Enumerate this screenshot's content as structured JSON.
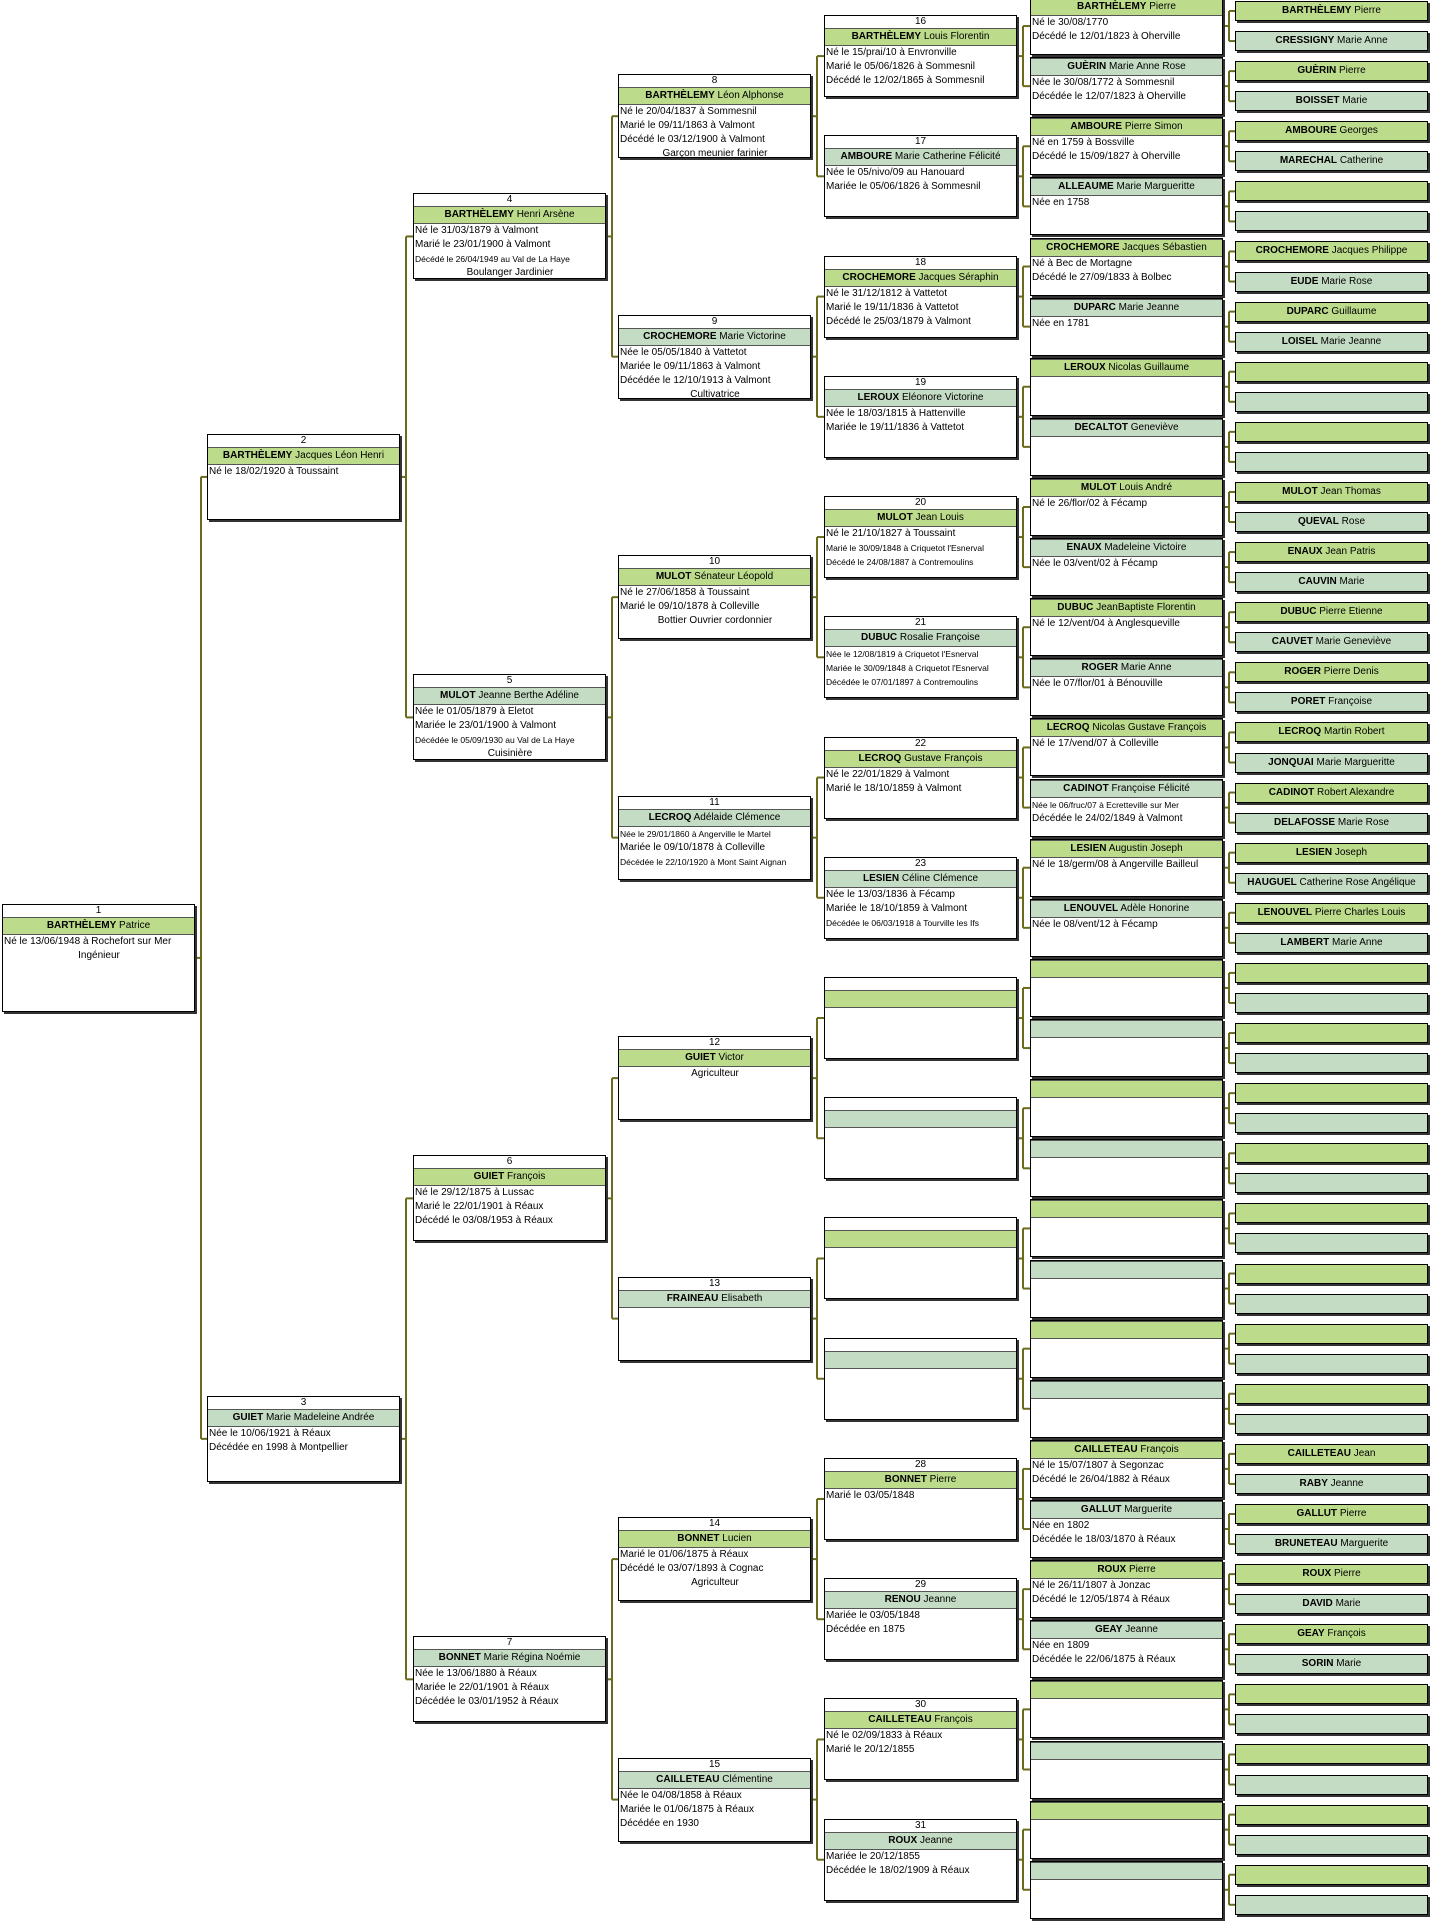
{
  "colors": {
    "male_header": "#bcdc8c",
    "female_header": "#c5dcc4",
    "connector": "#6b6b1e"
  },
  "persons": [
    {
      "id": 1,
      "num": "1",
      "gender": "m",
      "surname": "BARTHÈLEMY",
      "given": "Patrice",
      "lines": [
        "Né le 13/06/1948 à Rochefort sur Mer",
        "",
        "",
        "Ingénieur"
      ]
    },
    {
      "id": 2,
      "num": "2",
      "gender": "m",
      "surname": "BARTHÈLEMY",
      "given": "Jacques Léon Henri",
      "lines": [
        "Né le 18/02/1920 à Toussaint"
      ]
    },
    {
      "id": 3,
      "num": "3",
      "gender": "f",
      "surname": "GUIET",
      "given": "Marie Madeleine Andrée",
      "lines": [
        "Née le 10/06/1921 à Réaux",
        "",
        "Décédée en 1998 à Montpellier"
      ]
    },
    {
      "id": 4,
      "num": "4",
      "gender": "m",
      "surname": "BARTHÈLEMY",
      "given": "Henri Arsène",
      "lines": [
        "Né le 31/03/1879 à Valmont",
        "Marié le 23/01/1900 à Valmont",
        "Décédé le 26/04/1949 au Val de La Haye",
        "Boulanger Jardinier"
      ],
      "small": [
        2
      ]
    },
    {
      "id": 5,
      "num": "5",
      "gender": "f",
      "surname": "MULOT",
      "given": "Jeanne Berthe Adéline",
      "lines": [
        "Née le 01/05/1879 à Eletot",
        "Mariée le 23/01/1900 à Valmont",
        "Décédée le 05/09/1930 au Val de La Haye",
        "Cuisinière"
      ],
      "small": [
        2
      ]
    },
    {
      "id": 6,
      "num": "6",
      "gender": "m",
      "surname": "GUIET",
      "given": "François",
      "lines": [
        "Né le 29/12/1875 à Lussac",
        "Marié le 22/01/1901 à Réaux",
        "Décédé le 03/08/1953 à Réaux"
      ]
    },
    {
      "id": 7,
      "num": "7",
      "gender": "f",
      "surname": "BONNET",
      "given": "Marie Régina Noémie",
      "lines": [
        "Née le 13/06/1880 à Réaux",
        "Mariée le 22/01/1901 à Réaux",
        "Décédée le 03/01/1952 à Réaux"
      ]
    },
    {
      "id": 8,
      "num": "8",
      "gender": "m",
      "surname": "BARTHÈLEMY",
      "given": "Léon Alphonse",
      "lines": [
        "Né le 20/04/1837 à Sommesnil",
        "Marié le 09/11/1863 à Valmont",
        "Décédé le 03/12/1900 à Valmont",
        "Garçon meunier farinier"
      ]
    },
    {
      "id": 9,
      "num": "9",
      "gender": "f",
      "surname": "CROCHEMORE",
      "given": "Marie Victorine",
      "lines": [
        "Née le 05/05/1840 à Vattetot",
        "Mariée le 09/11/1863 à Valmont",
        "Décédée le 12/10/1913 à Valmont",
        "Cultivatrice"
      ]
    },
    {
      "id": 10,
      "num": "10",
      "gender": "m",
      "surname": "MULOT",
      "given": "Sénateur Léopold",
      "lines": [
        "Né le 27/06/1858 à Toussaint",
        "Marié le 09/10/1878 à Colleville",
        "",
        "Bottier Ouvrier cordonnier"
      ]
    },
    {
      "id": 11,
      "num": "11",
      "gender": "f",
      "surname": "LECROQ",
      "given": "Adélaide Clémence",
      "lines": [
        "Née le 29/01/1860 à Angerville le Martel",
        "Mariée le 09/10/1878 à Colleville",
        "Décédée le 22/10/1920 à Mont Saint Aignan"
      ],
      "small": [
        0,
        2
      ]
    },
    {
      "id": 12,
      "num": "12",
      "gender": "m",
      "surname": "GUIET",
      "given": "Victor",
      "lines": [
        "",
        "",
        "",
        "Agriculteur"
      ]
    },
    {
      "id": 13,
      "num": "13",
      "gender": "f",
      "surname": "FRAINEAU",
      "given": "Elisabeth",
      "lines": []
    },
    {
      "id": 14,
      "num": "14",
      "gender": "m",
      "surname": "BONNET",
      "given": "Lucien",
      "lines": [
        "",
        "Marié le 01/06/1875 à Réaux",
        "Décédé le 03/07/1893 à Cognac",
        "Agriculteur"
      ]
    },
    {
      "id": 15,
      "num": "15",
      "gender": "f",
      "surname": "CAILLETEAU",
      "given": "Clémentine",
      "lines": [
        "Née le 04/08/1858 à Réaux",
        "Mariée le 01/06/1875 à Réaux",
        "Décédée en 1930"
      ]
    },
    {
      "id": 16,
      "num": "16",
      "gender": "m",
      "surname": "BARTHÈLEMY",
      "given": "Louis Florentin",
      "lines": [
        "Né le 15/prai/10 à Envronville",
        "Marié le 05/06/1826 à Sommesnil",
        "Décédé le 12/02/1865 à Sommesnil"
      ]
    },
    {
      "id": 17,
      "num": "17",
      "gender": "f",
      "surname": "AMBOURE",
      "given": "Marie Catherine Félicité",
      "lines": [
        "Née le 05/nivo/09 au Hanouard",
        "Mariée le 05/06/1826 à Sommesnil"
      ]
    },
    {
      "id": 18,
      "num": "18",
      "gender": "m",
      "surname": "CROCHEMORE",
      "given": "Jacques Séraphin",
      "lines": [
        "Né le 31/12/1812 à Vattetot",
        "Marié le 19/11/1836 à Vattetot",
        "Décédé le 25/03/1879 à Valmont"
      ]
    },
    {
      "id": 19,
      "num": "19",
      "gender": "f",
      "surname": "LEROUX",
      "given": "Eléonore Victorine",
      "lines": [
        "Née le 18/03/1815 à Hattenville",
        "Mariée le 19/11/1836 à Vattetot"
      ]
    },
    {
      "id": 20,
      "num": "20",
      "gender": "m",
      "surname": "MULOT",
      "given": "Jean Louis",
      "lines": [
        "Né le 21/10/1827 à Toussaint",
        "Marié le 30/09/1848 à Criquetot l'Esnerval",
        "Décédé le 24/08/1887 à Contremoulins"
      ],
      "small": [
        1,
        2
      ]
    },
    {
      "id": 21,
      "num": "21",
      "gender": "f",
      "surname": "DUBUC",
      "given": "Rosalie Françoise",
      "lines": [
        "Née le 12/08/1819 à Criquetot l'Esnerval",
        "Mariée le 30/09/1848 à Criquetot l'Esnerval",
        "Décédée le 07/01/1897 à Contremoulins"
      ],
      "small": [
        0,
        1,
        2
      ]
    },
    {
      "id": 22,
      "num": "22",
      "gender": "m",
      "surname": "LECROQ",
      "given": "Gustave François",
      "lines": [
        "Né le 22/01/1829 à Valmont",
        "Marié le 18/10/1859 à Valmont"
      ]
    },
    {
      "id": 23,
      "num": "23",
      "gender": "f",
      "surname": "LESIEN",
      "given": "Céline Clémence",
      "lines": [
        "Née le 13/03/1836 à Fécamp",
        "Mariée le 18/10/1859 à Valmont",
        "Décédée le 06/03/1918 à Tourville les Ifs"
      ],
      "small": [
        2
      ]
    },
    {
      "id": 28,
      "num": "28",
      "gender": "m",
      "surname": "BONNET",
      "given": "Pierre",
      "lines": [
        "",
        "Marié le 03/05/1848"
      ]
    },
    {
      "id": 29,
      "num": "29",
      "gender": "f",
      "surname": "RENOU",
      "given": "Jeanne",
      "lines": [
        "",
        "Mariée le 03/05/1848",
        "Décédée en 1875"
      ]
    },
    {
      "id": 30,
      "num": "30",
      "gender": "m",
      "surname": "CAILLETEAU",
      "given": "François",
      "lines": [
        "Né le 02/09/1833 à Réaux",
        "Marié le 20/12/1855"
      ]
    },
    {
      "id": 31,
      "num": "31",
      "gender": "f",
      "surname": "ROUX",
      "given": "Jeanne",
      "lines": [
        "",
        "Mariée le 20/12/1855",
        "Décédée le 18/02/1909 à Réaux"
      ]
    }
  ],
  "generation5": [
    {
      "slot": 0,
      "gender": "m",
      "surname": "BARTHÈLEMY",
      "given": "Pierre",
      "lines": [
        "Né le 30/08/1770",
        "Décédé le 12/01/1823 à Oherville"
      ]
    },
    {
      "slot": 1,
      "gender": "f",
      "surname": "GUÈRIN",
      "given": "Marie Anne Rose",
      "lines": [
        "Née le 30/08/1772 à Sommesnil",
        "Décédée le 12/07/1823 à Oherville"
      ]
    },
    {
      "slot": 2,
      "gender": "m",
      "surname": "AMBOURE",
      "given": "Pierre Simon",
      "lines": [
        "Né en 1759 à Bossville",
        "Décédé le 15/09/1827 à Oherville"
      ]
    },
    {
      "slot": 3,
      "gender": "f",
      "surname": "ALLEAUME",
      "given": "Marie Margueritte",
      "lines": [
        "Née en 1758"
      ]
    },
    {
      "slot": 4,
      "gender": "m",
      "surname": "CROCHEMORE",
      "given": "Jacques Sébastien",
      "lines": [
        "Né à Bec de Mortagne",
        "Décédé le 27/09/1833 à Bolbec"
      ]
    },
    {
      "slot": 5,
      "gender": "f",
      "surname": "DUPARC",
      "given": "Marie Jeanne",
      "lines": [
        "Née en 1781"
      ]
    },
    {
      "slot": 6,
      "gender": "m",
      "surname": "LEROUX",
      "given": "Nicolas Guillaume",
      "lines": []
    },
    {
      "slot": 7,
      "gender": "f",
      "surname": "DECALTOT",
      "given": "Geneviève",
      "lines": []
    },
    {
      "slot": 8,
      "gender": "m",
      "surname": "MULOT",
      "given": "Louis André",
      "lines": [
        "Né le 26/flor/02 à Fécamp"
      ]
    },
    {
      "slot": 9,
      "gender": "f",
      "surname": "ENAUX",
      "given": "Madeleine Victoire",
      "lines": [
        "Née le 03/vent/02 à Fécamp"
      ]
    },
    {
      "slot": 10,
      "gender": "m",
      "surname": "DUBUC",
      "given": "JeanBaptiste Florentin",
      "lines": [
        "Né le 12/vent/04 à Anglesqueville"
      ]
    },
    {
      "slot": 11,
      "gender": "f",
      "surname": "ROGER",
      "given": "Marie Anne",
      "lines": [
        "Née le 07/flor/01 à Bénouville"
      ]
    },
    {
      "slot": 12,
      "gender": "m",
      "surname": "LECROQ",
      "given": "Nicolas Gustave François",
      "lines": [
        "Né le 17/vend/07 à Colleville"
      ]
    },
    {
      "slot": 13,
      "gender": "f",
      "surname": "CADINOT",
      "given": "Françoise Félicité",
      "lines": [
        "Née le 06/fruc/07 à Ecretteville sur Mer",
        "Décédée le 24/02/1849 à Valmont"
      ],
      "small": [
        0
      ]
    },
    {
      "slot": 14,
      "gender": "m",
      "surname": "LESIEN",
      "given": "Augustin Joseph",
      "lines": [
        "Né le 18/germ/08 à Angerville Bailleul"
      ]
    },
    {
      "slot": 15,
      "gender": "f",
      "surname": "LENOUVEL",
      "given": "Adèle Honorine",
      "lines": [
        "Née le 08/vent/12 à Fécamp"
      ]
    },
    {
      "slot": 24,
      "gender": "m",
      "surname": "CAILLETEAU",
      "given": "François",
      "lines": [
        "Né le 15/07/1807 à Segonzac",
        "Décédé le 26/04/1882 à Réaux"
      ]
    },
    {
      "slot": 25,
      "gender": "f",
      "surname": "GALLUT",
      "given": "Marguerite",
      "lines": [
        "Née en 1802",
        "Décédée le 18/03/1870 à Réaux"
      ]
    },
    {
      "slot": 26,
      "gender": "m",
      "surname": "ROUX",
      "given": "Pierre",
      "lines": [
        "Né le 26/11/1807 à Jonzac",
        "Décédé le 12/05/1874 à Réaux"
      ]
    },
    {
      "slot": 27,
      "gender": "f",
      "surname": "GEAY",
      "given": "Jeanne",
      "lines": [
        "Née en 1809",
        "Décédée le 22/06/1875 à Réaux"
      ]
    }
  ],
  "generation6": [
    {
      "slot": 0,
      "surname": "BARTHÈLEMY",
      "given": "Pierre"
    },
    {
      "slot": 1,
      "surname": "CRESSIGNY",
      "given": "Marie Anne"
    },
    {
      "slot": 2,
      "surname": "GUÈRIN",
      "given": "Pierre"
    },
    {
      "slot": 3,
      "surname": "BOISSET",
      "given": "Marie"
    },
    {
      "slot": 4,
      "surname": "AMBOURE",
      "given": "Georges"
    },
    {
      "slot": 5,
      "surname": "MARECHAL",
      "given": "Catherine"
    },
    {
      "slot": 8,
      "surname": "CROCHEMORE",
      "given": "Jacques Philippe"
    },
    {
      "slot": 9,
      "surname": "EUDE",
      "given": "Marie Rose"
    },
    {
      "slot": 10,
      "surname": "DUPARC",
      "given": "Guillaume"
    },
    {
      "slot": 11,
      "surname": "LOISEL",
      "given": "Marie Jeanne"
    },
    {
      "slot": 16,
      "surname": "MULOT",
      "given": "Jean Thomas"
    },
    {
      "slot": 17,
      "surname": "QUEVAL",
      "given": "Rose"
    },
    {
      "slot": 18,
      "surname": "ENAUX",
      "given": "Jean Patris"
    },
    {
      "slot": 19,
      "surname": "CAUVIN",
      "given": "Marie"
    },
    {
      "slot": 20,
      "surname": "DUBUC",
      "given": "Pierre Etienne"
    },
    {
      "slot": 21,
      "surname": "CAUVET",
      "given": "Marie Geneviève"
    },
    {
      "slot": 22,
      "surname": "ROGER",
      "given": "Pierre Denis"
    },
    {
      "slot": 23,
      "surname": "PORET",
      "given": "Françoise"
    },
    {
      "slot": 24,
      "surname": "LECROQ",
      "given": "Martin Robert"
    },
    {
      "slot": 25,
      "surname": "JONQUAI",
      "given": "Marie Margueritte"
    },
    {
      "slot": 26,
      "surname": "CADINOT",
      "given": "Robert Alexandre"
    },
    {
      "slot": 27,
      "surname": "DELAFOSSE",
      "given": "Marie Rose"
    },
    {
      "slot": 28,
      "surname": "LESIEN",
      "given": "Joseph"
    },
    {
      "slot": 29,
      "surname": "HAUGUEL",
      "given": "Catherine Rose Angélique"
    },
    {
      "slot": 30,
      "surname": "LENOUVEL",
      "given": "Pierre Charles Louis"
    },
    {
      "slot": 31,
      "surname": "LAMBERT",
      "given": "Marie Anne"
    },
    {
      "slot": 48,
      "surname": "CAILLETEAU",
      "given": "Jean"
    },
    {
      "slot": 49,
      "surname": "RABY",
      "given": "Jeanne"
    },
    {
      "slot": 50,
      "surname": "GALLUT",
      "given": "Pierre"
    },
    {
      "slot": 51,
      "surname": "BRUNETEAU",
      "given": "Marguerite"
    },
    {
      "slot": 52,
      "surname": "ROUX",
      "given": "Pierre"
    },
    {
      "slot": 53,
      "surname": "DAVID",
      "given": "Marie"
    },
    {
      "slot": 54,
      "surname": "GEAY",
      "given": "François"
    },
    {
      "slot": 55,
      "surname": "SORIN",
      "given": "Marie"
    }
  ]
}
